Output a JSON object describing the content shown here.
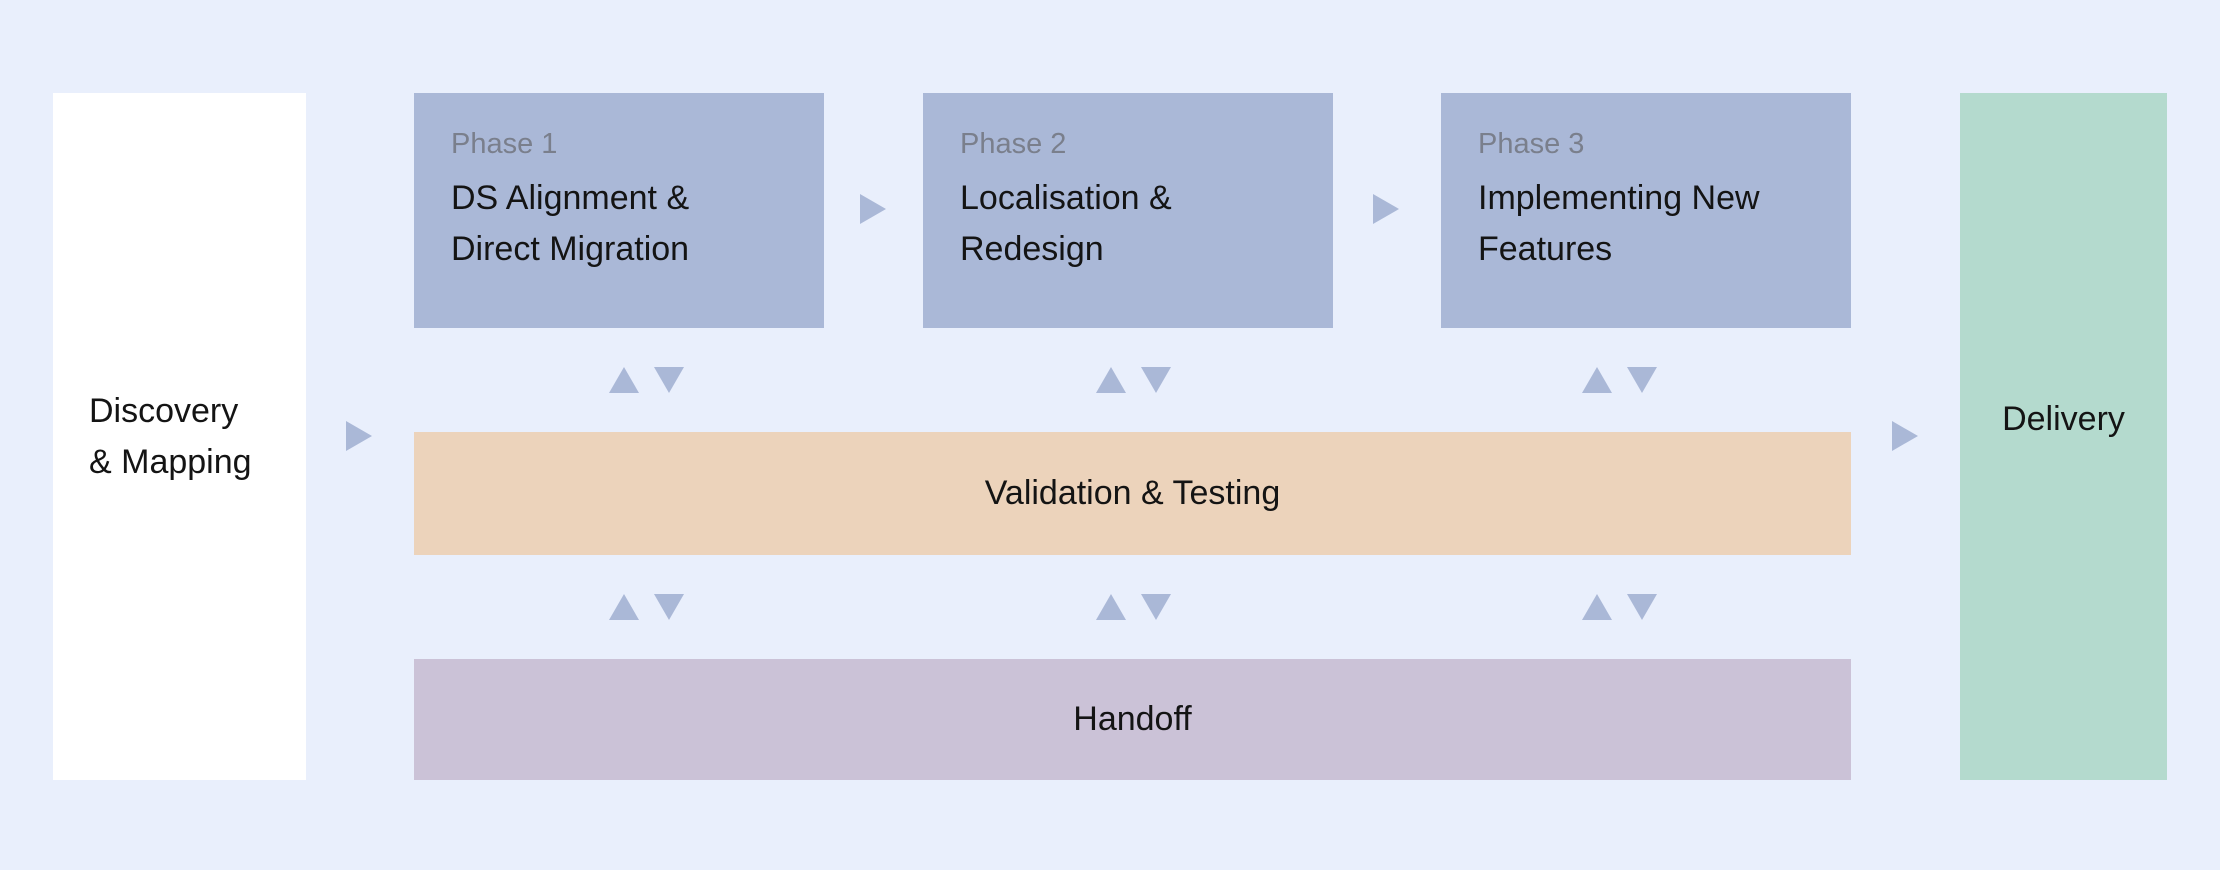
{
  "diagram": {
    "discovery": {
      "label": "Discovery\n& Mapping"
    },
    "phases": [
      {
        "phase": "Phase 1",
        "title": "DS Alignment &\nDirect Migration"
      },
      {
        "phase": "Phase 2",
        "title": "Localisation &\nRedesign"
      },
      {
        "phase": "Phase 3",
        "title": "Implementing New\nFeatures"
      }
    ],
    "validation": {
      "label": "Validation & Testing"
    },
    "handoff": {
      "label": "Handoff"
    },
    "delivery": {
      "label": "Delivery"
    }
  },
  "colors": {
    "background": "#e9effc",
    "discovery": "#ffffff",
    "phase": "#aab8d7",
    "phase_number_text": "#7a7f8c",
    "validation": "#ecd3bb",
    "handoff": "#cbc2d7",
    "delivery": "#b4dace",
    "arrow": "#aab8d7"
  },
  "icons": {
    "flow_arrow": "triangle-right-icon",
    "bidirectional": [
      "triangle-up-icon",
      "triangle-down-icon"
    ]
  }
}
